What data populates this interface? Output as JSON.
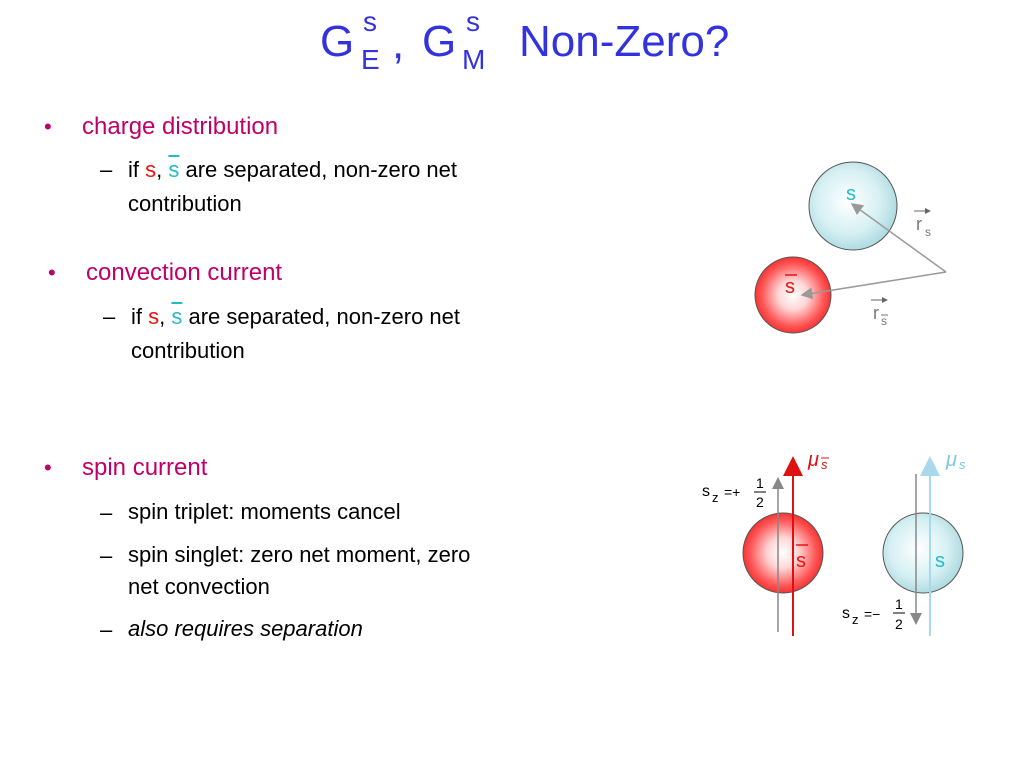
{
  "title": {
    "g1": "G",
    "g1_sup": "s",
    "g1_sub": "E",
    "comma": ",",
    "g2": "G",
    "g2_sup": "s",
    "g2_sub": "M",
    "rest": "Non-Zero?"
  },
  "bullets": {
    "b1": {
      "label": "charge distribution",
      "sub": {
        "if": "if",
        "s": "s",
        "comma": ",",
        "sbar": "s",
        "rest": "are separated, non-zero net",
        "line2": "contribution"
      }
    },
    "b2": {
      "label": "convection current",
      "sub": {
        "if": "if",
        "s": "s",
        "comma": ",",
        "sbar": "s",
        "rest": "are separated, non-zero net",
        "line2": "contribution"
      }
    },
    "b3": {
      "label": "spin current",
      "items": [
        "spin triplet: moments cancel",
        "spin singlet: zero net moment, zero",
        "net convection",
        "also requires separation"
      ]
    }
  },
  "bullet_glyph": "•",
  "dash_glyph": "–",
  "diagram1": {
    "s_label": "s",
    "sbar_label": "s",
    "r_s": "r",
    "r_s_sub": "s",
    "r_sbar": "r",
    "r_sbar_sub": "s"
  },
  "diagram2": {
    "mu_sbar": "μ",
    "mu_sbar_sub": "s",
    "mu_s": "μ",
    "mu_s_sub": "s",
    "sbar_label": "s",
    "s_label": "s",
    "sz_plus": {
      "s": "s",
      "z": "z",
      "sign": "=+",
      "num": "1",
      "den": "2"
    },
    "sz_minus": {
      "s": "s",
      "z": "z",
      "sign": "=−",
      "num": "1",
      "den": "2"
    }
  },
  "colors": {
    "title": "#3333dd",
    "bullet": "#c0006a",
    "red": "#ee1111",
    "teal": "#22bbcc",
    "gray": "#999999"
  }
}
